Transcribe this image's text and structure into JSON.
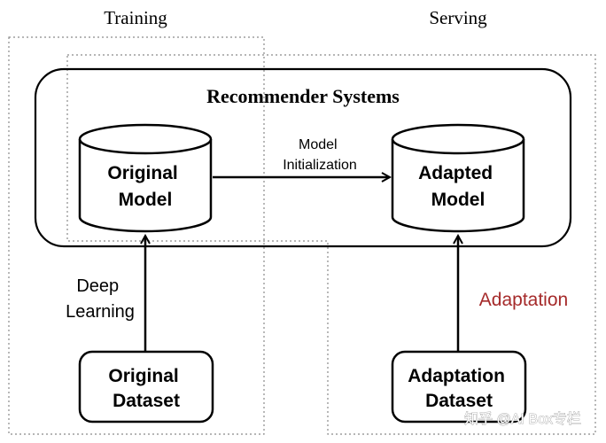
{
  "regions": {
    "training_label": "Training",
    "serving_label": "Serving"
  },
  "system": {
    "title": "Recommender Systems"
  },
  "nodes": {
    "original_model": [
      "Original",
      "Model"
    ],
    "adapted_model": [
      "Adapted",
      "Model"
    ],
    "original_dataset": [
      "Original",
      "Dataset"
    ],
    "adaptation_dataset": [
      "Adaptation",
      "Dataset"
    ]
  },
  "edges": {
    "model_init": [
      "Model",
      "Initialization"
    ],
    "deep_learning": [
      "Deep",
      "Learning"
    ],
    "adaptation": "Adaptation"
  },
  "colors": {
    "adaptation_text": "#a52a2a",
    "stroke": "#000000",
    "dotted": "#8a8a8a"
  },
  "watermark": "知乎 @AI Box专栏"
}
